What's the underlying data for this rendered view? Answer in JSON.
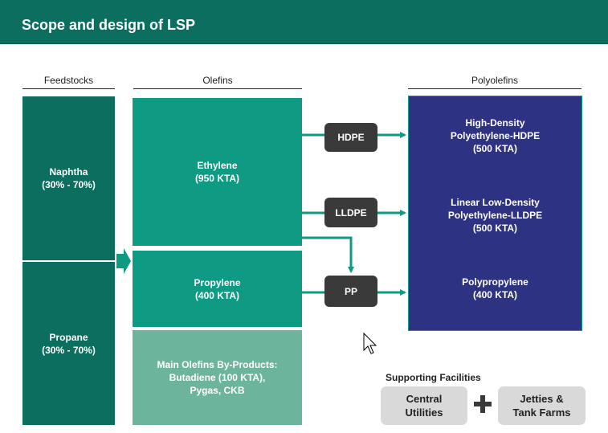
{
  "header": {
    "title": "Scope and design of LSP"
  },
  "columns": {
    "feedstocks": "Feedstocks",
    "olefins": "Olefins",
    "polyolefins": "Polyolefins"
  },
  "feedstocks": [
    {
      "label": "Naphtha\n(30% - 70%)"
    },
    {
      "label": "Propane\n(30% - 70%)"
    }
  ],
  "olefins": [
    {
      "label": "Ethylene\n(950 KTA)"
    },
    {
      "label": "Propylene\n(400 KTA)"
    },
    {
      "label": "Main Olefins By-Products:\nButadiene (100 KTA),\nPygas, CKB"
    }
  ],
  "processes": [
    {
      "label": "HDPE"
    },
    {
      "label": "LLDPE"
    },
    {
      "label": "PP"
    }
  ],
  "polyolefins": [
    {
      "label": "High-Density\nPolyethylene-HDPE\n(500 KTA)"
    },
    {
      "label": "Linear Low-Density\nPolyethylene-LLDPE\n(500 KTA)"
    },
    {
      "label": "Polypropylene\n(400 KTA)"
    }
  ],
  "supporting": {
    "title": "Supporting Facilities",
    "items": [
      {
        "label": "Central\nUtilities"
      },
      {
        "label": "Jetties &\nTank Farms"
      }
    ],
    "plus_symbol": "+"
  },
  "colors": {
    "header": "#0b6e5e",
    "feedstock": "#0c6e5e",
    "olefin": "#0e9a83",
    "byproduct": "#6cb59c",
    "polyolefin": "#2e3282",
    "process": "#3a3a3a",
    "support": "#d9d9d9"
  }
}
